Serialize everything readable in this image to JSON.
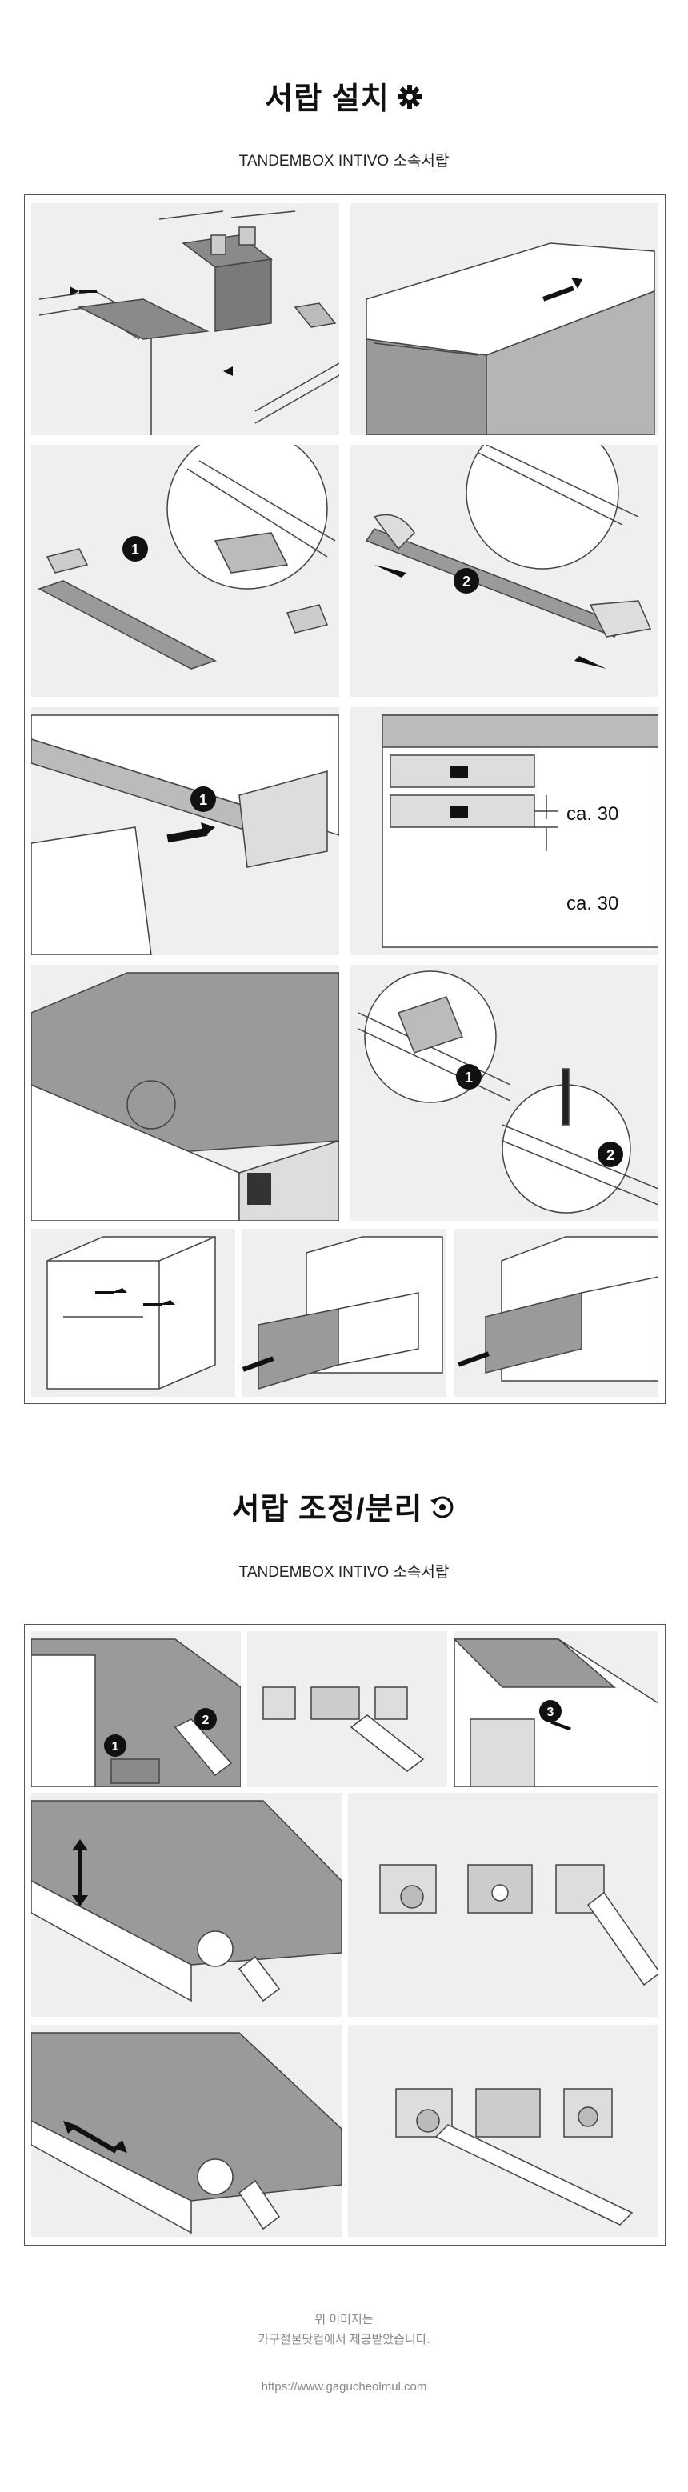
{
  "section1": {
    "title": "서랍 설치",
    "subtitle": "TANDEMBOX INTIVO 소속서랍",
    "icon": "gear-icon",
    "measure_top": "ca. 30",
    "measure_bottom": "ca. 30",
    "step_badges": [
      "1",
      "2"
    ]
  },
  "section2": {
    "title": "서랍 조정/분리",
    "subtitle": "TANDEMBOX INTIVO 소속서랍",
    "icon": "rotate-adjust-icon",
    "step_badges": [
      "1",
      "2",
      "3"
    ]
  },
  "footer": {
    "line1": "위 이미지는",
    "line2": "가구절물닷컴에서 제공받았습니다.",
    "url": "https://www.gagucheolmul.com"
  },
  "colors": {
    "panel_bg": "#efefef",
    "line": "#555555",
    "drawer_gray": "#8a8a8a",
    "accent_dark": "#222222"
  }
}
